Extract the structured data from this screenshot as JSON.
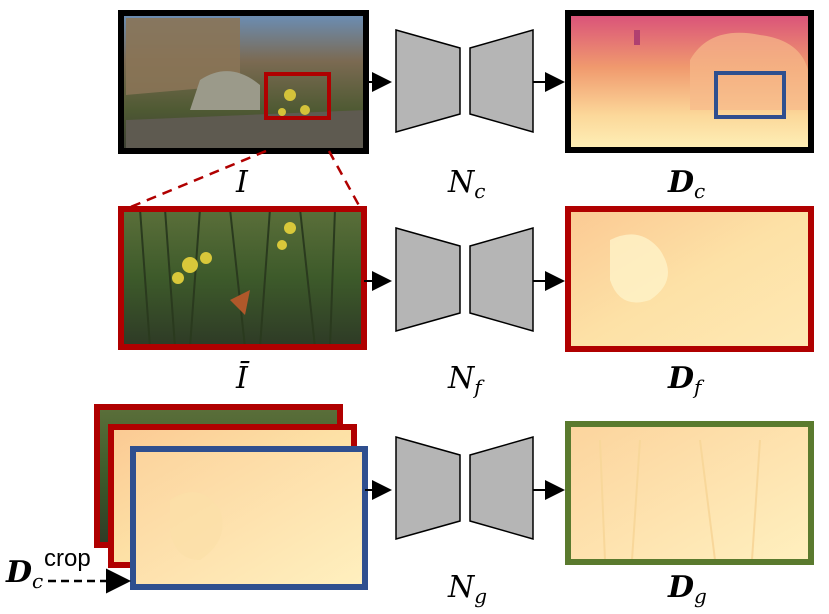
{
  "colors": {
    "coarse_frame": "#000000",
    "fine_frame": "#b00000",
    "crop_frame": "#2f4f8f",
    "guided_frame": "#5a7a2e",
    "network_fill": "#b5b5b5",
    "depth_warm": "#e86a6a",
    "depth_light": "#fde7a8"
  },
  "row1": {
    "input_label": "I",
    "net_label": "N",
    "net_sub": "c",
    "out_label": "D",
    "out_sub": "c"
  },
  "row2": {
    "input_label": "Ī",
    "net_label": "N",
    "net_sub": "f",
    "out_label": "D",
    "out_sub": "f"
  },
  "row3": {
    "net_label": "N",
    "net_sub": "g",
    "out_label": "D",
    "out_sub": "g",
    "crop_label": "D",
    "crop_sub": "c",
    "crop_sup": "crop"
  }
}
